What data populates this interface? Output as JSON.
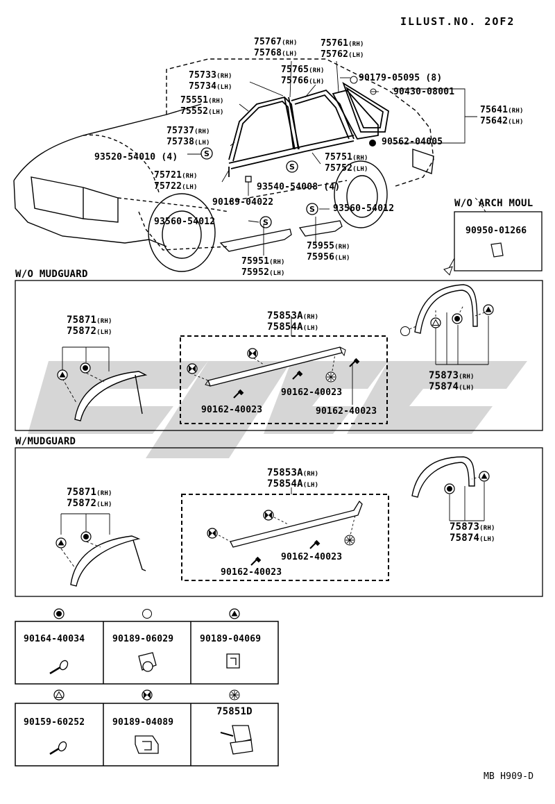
{
  "header": {
    "illust_no": "ILLUST.NO. 2OF2",
    "drawing_code": "MB H909-D"
  },
  "sections": {
    "wo_arch_moul": "W/O ARCH MOUL",
    "wo_mudguard": "W/O  MUDGUARD",
    "w_mudguard": "W/MUDGUARD"
  },
  "suffix": {
    "rh": "(RH)",
    "lh": "(LH)"
  },
  "car_parts": {
    "p75767": "75767",
    "p75768": "75768",
    "p75761": "75761",
    "p75762": "75762",
    "p75733": "75733",
    "p75734": "75734",
    "p75765": "75765",
    "p75766": "75766",
    "p90179": "90179-05095",
    "p90179_qty": "(8)",
    "p90430": "90430-08001",
    "p75551": "75551",
    "p75552": "75552",
    "p75641": "75641",
    "p75642": "75642",
    "p75737": "75737",
    "p75738": "75738",
    "p90562": "90562-04005",
    "p93520": "93520-54010",
    "p93520_qty": "(4)",
    "p75751": "75751",
    "p75752": "75752",
    "p75721": "75721",
    "p75722": "75722",
    "p93540": "93540-54008",
    "p93540_qty": "(4)",
    "p90189_04022": "90189-04022",
    "p93560_a": "93560-54012",
    "p93560_b": "93560-54012",
    "p75955": "75955",
    "p75956": "75956",
    "p75951": "75951",
    "p75952": "75952",
    "p90950": "90950-01266"
  },
  "wo_mudguard_parts": {
    "p75871": "75871",
    "p75872": "75872",
    "p75853a": "75853A",
    "p75854a": "75854A",
    "p75873": "75873",
    "p75874": "75874",
    "screw_a": "90162-40023",
    "screw_b": "90162-40023",
    "screw_c": "90162-40023"
  },
  "w_mudguard_parts": {
    "p75871": "75871",
    "p75872": "75872",
    "p75853a": "75853A",
    "p75854a": "75854A",
    "p75873": "75873",
    "p75874": "75874",
    "screw_a": "90162-40023",
    "screw_b": "90162-40023"
  },
  "legend": [
    {
      "code": "90164-40034",
      "symbol": "filled-circle"
    },
    {
      "code": "90189-06029",
      "symbol": "open-circle"
    },
    {
      "code": "90189-04069",
      "symbol": "filled-triangle"
    },
    {
      "code": "90159-60252",
      "symbol": "open-triangle"
    },
    {
      "code": "90189-04089",
      "symbol": "bowtie-circle"
    },
    {
      "code": "75851D",
      "symbol": "asterisk-circle"
    }
  ],
  "watermark": {
    "color": "#c8c8c8"
  }
}
